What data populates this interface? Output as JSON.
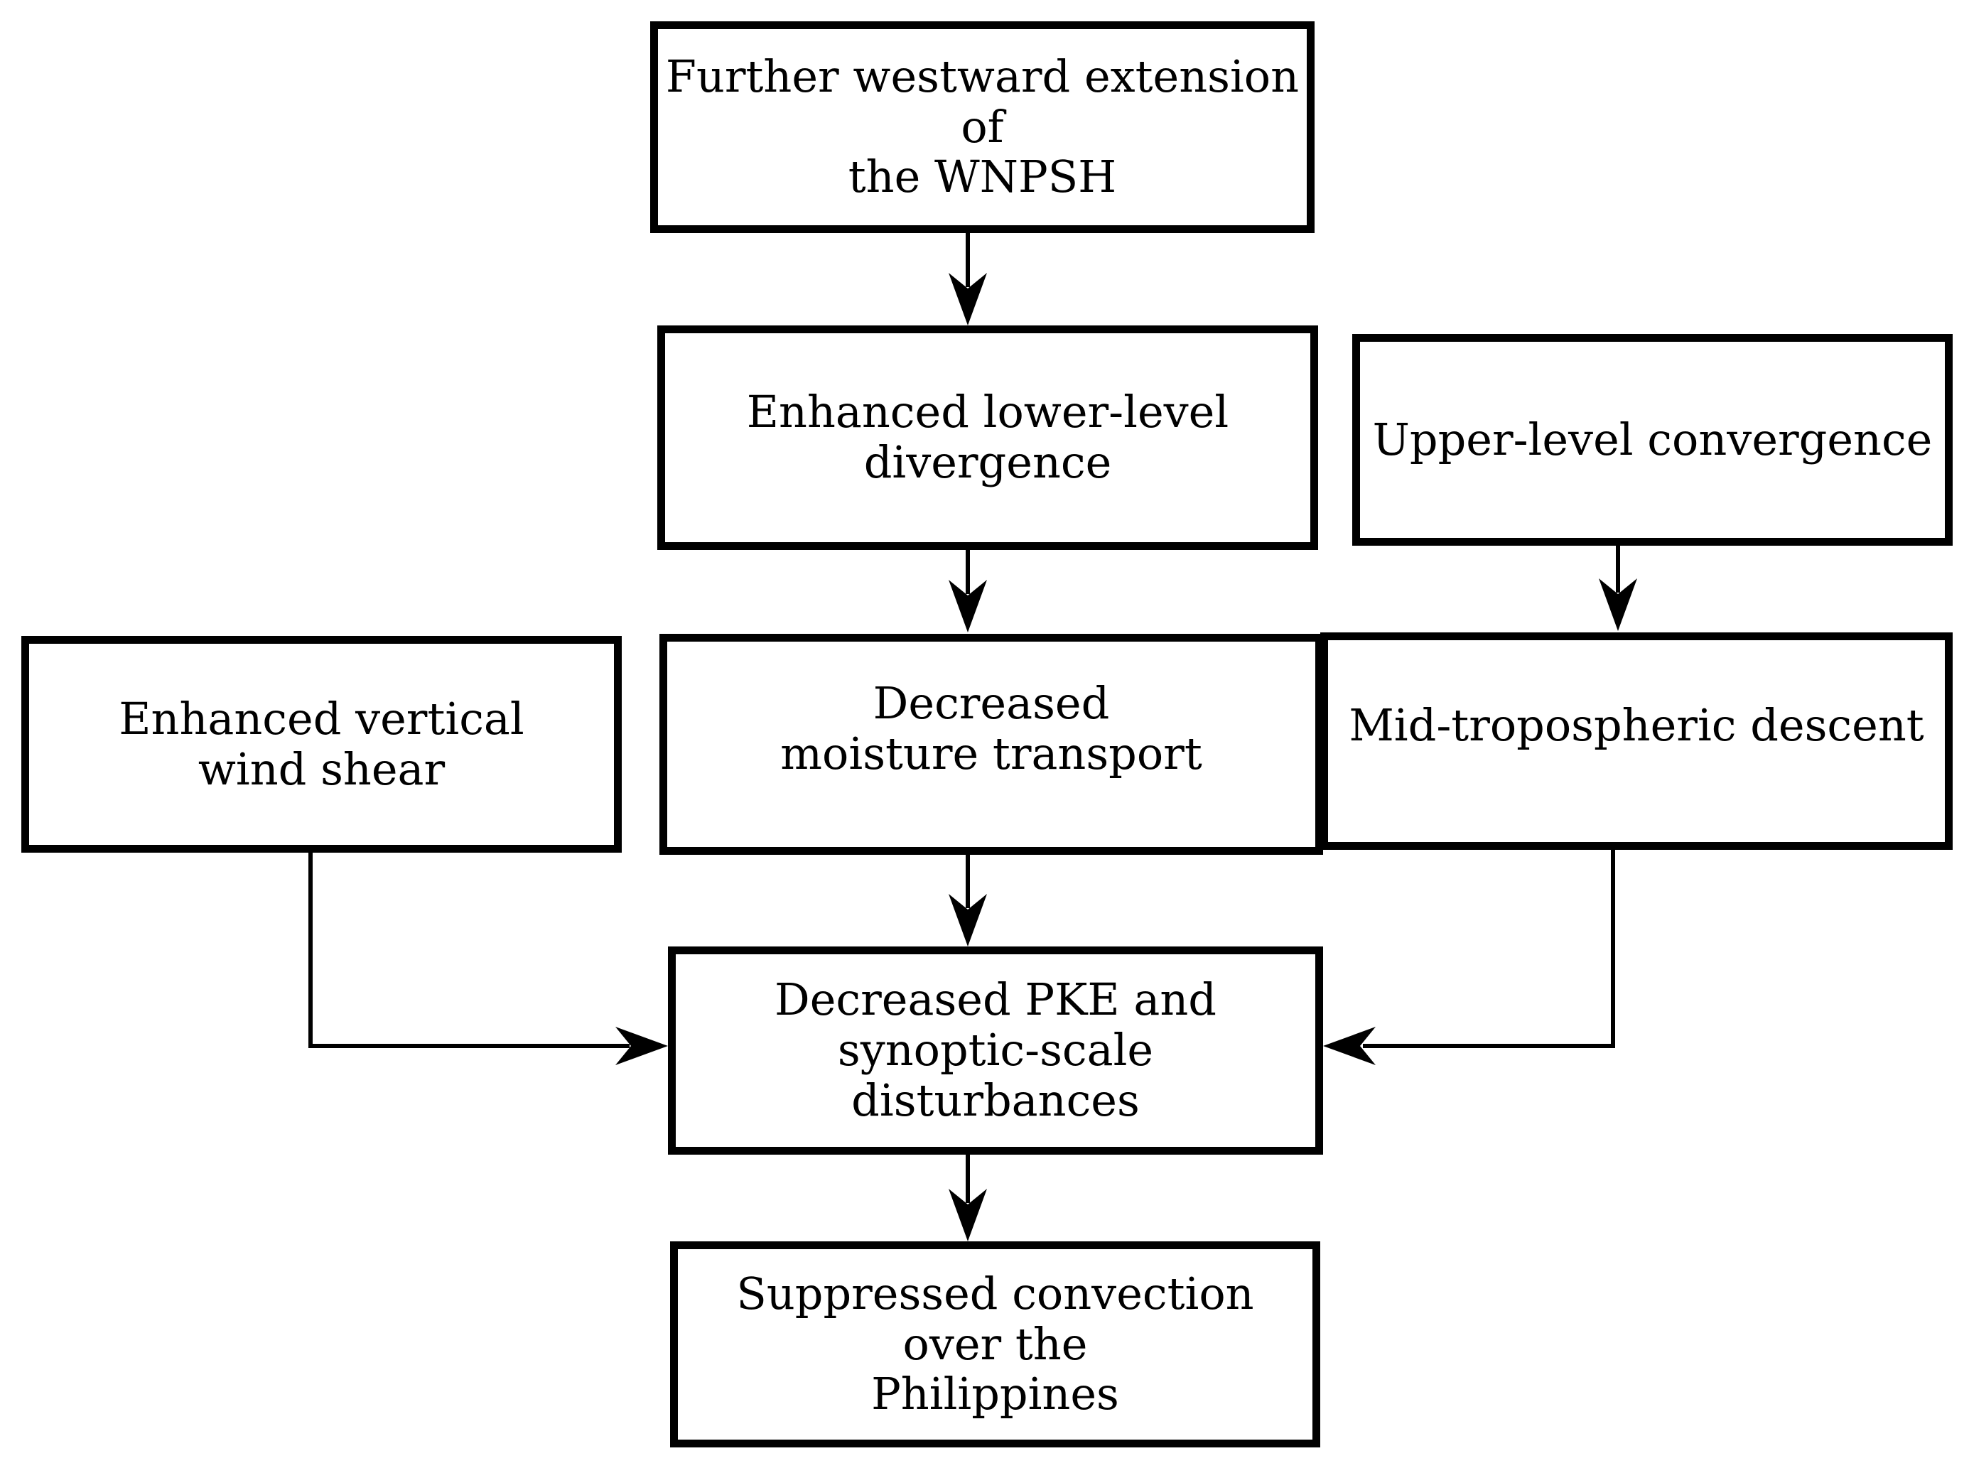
{
  "diagram": {
    "type": "flowchart",
    "colors": {
      "background": "#ffffff",
      "box_fill": "#ffffff",
      "box_border": "#000000",
      "text": "#000000",
      "arrow": "#000000"
    },
    "nodes": [
      {
        "id": "wnpsh-extension",
        "label": "Further westward extension\nof\nthe WNPSH"
      },
      {
        "id": "lower-level-divergence",
        "label": "Enhanced lower-level\ndivergence"
      },
      {
        "id": "upper-level-convergence",
        "label": "Upper-level convergence"
      },
      {
        "id": "vertical-wind-shear",
        "label": "Enhanced vertical\nwind shear"
      },
      {
        "id": "moisture-transport",
        "label": "Decreased\nmoisture transport"
      },
      {
        "id": "mid-tropospheric-descent",
        "label": "Mid-tropospheric descent"
      },
      {
        "id": "pke-disturbances",
        "label": "Decreased PKE and\nsynoptic-scale\ndisturbances"
      },
      {
        "id": "suppressed-convection",
        "label": "Suppressed convection\nover the\nPhilippines"
      }
    ],
    "edges": [
      {
        "from": "wnpsh-extension",
        "to": "lower-level-divergence",
        "style": "straight-down"
      },
      {
        "from": "lower-level-divergence",
        "to": "moisture-transport",
        "style": "straight-down"
      },
      {
        "from": "upper-level-convergence",
        "to": "mid-tropospheric-descent",
        "style": "straight-down"
      },
      {
        "from": "moisture-transport",
        "to": "pke-disturbances",
        "style": "straight-down"
      },
      {
        "from": "vertical-wind-shear",
        "to": "pke-disturbances",
        "style": "elbow-down-right"
      },
      {
        "from": "mid-tropospheric-descent",
        "to": "pke-disturbances",
        "style": "elbow-down-left"
      },
      {
        "from": "pke-disturbances",
        "to": "suppressed-convection",
        "style": "straight-down"
      }
    ]
  }
}
